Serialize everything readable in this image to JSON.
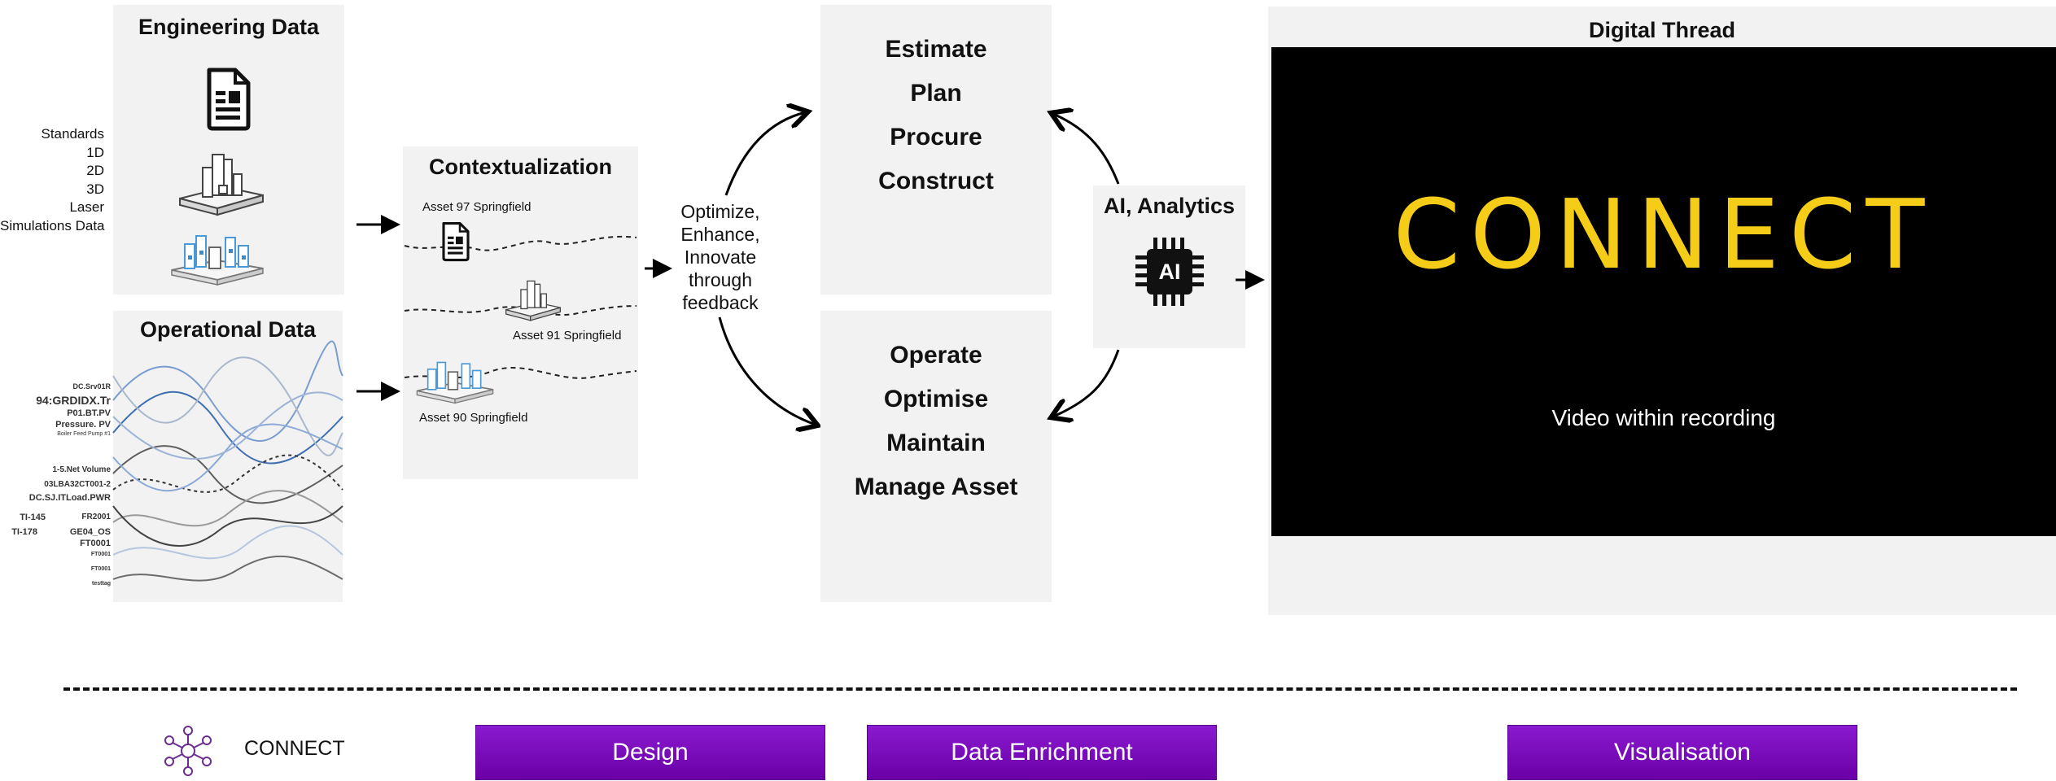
{
  "engineering": {
    "title": "Engineering Data",
    "labels": [
      "Standards",
      "1D",
      "2D",
      "3D",
      "Laser",
      "Simulations Data"
    ]
  },
  "operational": {
    "title": "Operational Data",
    "tags": [
      "DC.Srv01R",
      "94:GRDIDX.Tr",
      "P01.BT.PV",
      "Pressure. PV",
      "Boiler Feed Pump #1",
      "1-5.Net Volume",
      "03LBA32CT001-2",
      "DC.SJ.ITLoad.PWR",
      "TI-145",
      "FR2001",
      "TI-178",
      "GE04_OS",
      "FT0001",
      "FT0001",
      "FT0001",
      "testtag"
    ]
  },
  "contextualization": {
    "title": "Contextualization",
    "assets": [
      "Asset 97 Springfield",
      "Asset 91 Springfield",
      "Asset 90 Springfield"
    ]
  },
  "feedback": {
    "lines": [
      "Optimize,",
      "Enhance,",
      "Innovate",
      "through",
      "feedback"
    ]
  },
  "design_stages": [
    "Estimate",
    "Plan",
    "Procure",
    "Construct"
  ],
  "operate_stages": [
    "Operate",
    "Optimise",
    "Maintain",
    "Manage Asset"
  ],
  "ai": {
    "title": "AI, Analytics",
    "chip_text": "AI"
  },
  "thread": {
    "title": "Digital Thread",
    "logo": "CONNECT",
    "caption": "Video within recording"
  },
  "footer": {
    "brand": "CONNECT",
    "buttons": {
      "design": "Design",
      "enrichment": "Data Enrichment",
      "visualisation": "Visualisation"
    }
  },
  "colors": {
    "purple": "#6a00a6",
    "logo_yellow": "#f5cc17",
    "panel_gray": "#f2f2f2"
  }
}
